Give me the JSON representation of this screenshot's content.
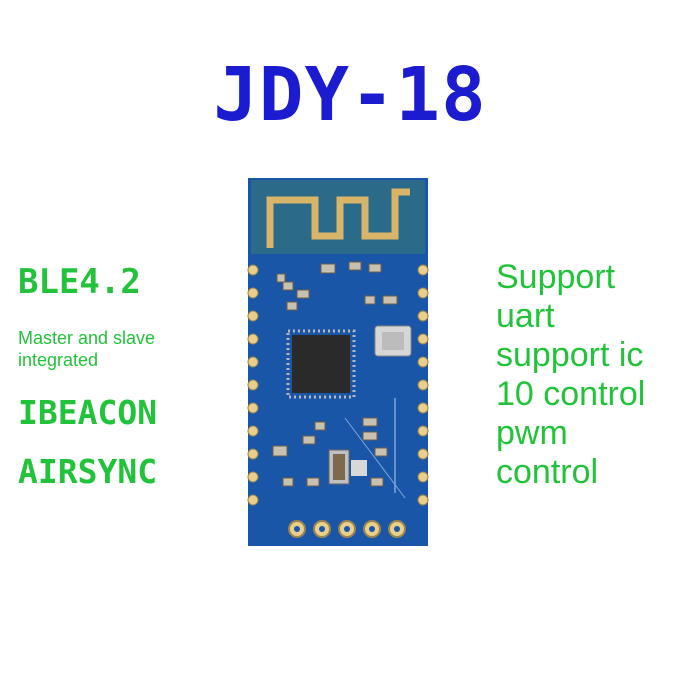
{
  "title": "JDY-18",
  "features_left": {
    "ble": "BLE4.2",
    "master_line1": "Master and slave",
    "master_line2": "integrated",
    "ibeacon": "IBEACON",
    "airsync": "AIRSYNC"
  },
  "features_right": [
    "Support",
    "uart",
    "support ic",
    "10 control",
    "pwm",
    "control"
  ],
  "colors": {
    "title": "#1b1bd0",
    "feature_text": "#22c33a",
    "pcb": "#1a56a8",
    "antenna_area": "#2b6a88",
    "antenna_trace": "#d9b56a",
    "pad": "#e8cf8a"
  }
}
